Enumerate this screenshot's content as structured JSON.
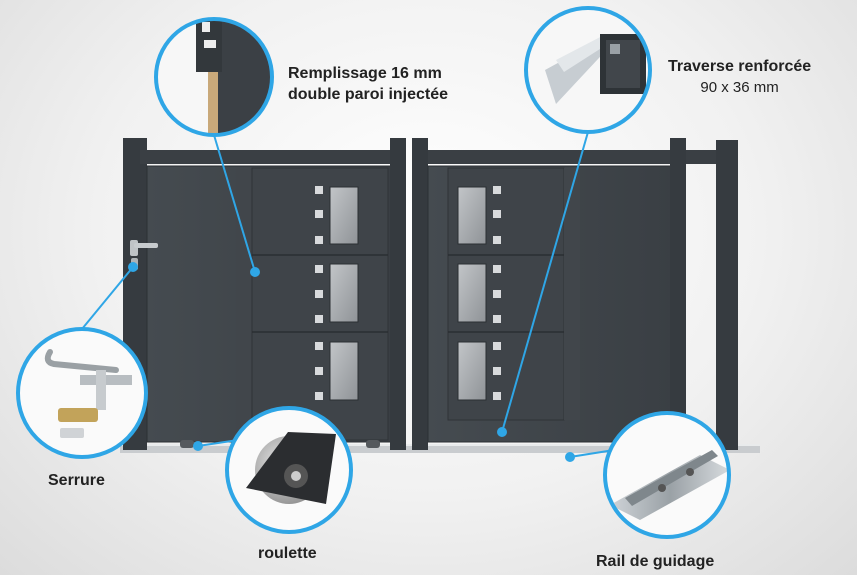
{
  "callouts": {
    "remplissage": {
      "line1": "Remplissage 16 mm",
      "line2": "double paroi injectée"
    },
    "traverse": {
      "line1": "Traverse renforcée",
      "line2": "90 x 36 mm"
    },
    "serrure": {
      "label": "Serrure"
    },
    "roulette": {
      "label": "roulette"
    },
    "rail": {
      "label": "Rail de guidage"
    }
  },
  "colors": {
    "gate": "#3b4045",
    "gate_dark": "#2c3034",
    "accent": "#2fa6e6",
    "glass": "#a9adb0"
  }
}
